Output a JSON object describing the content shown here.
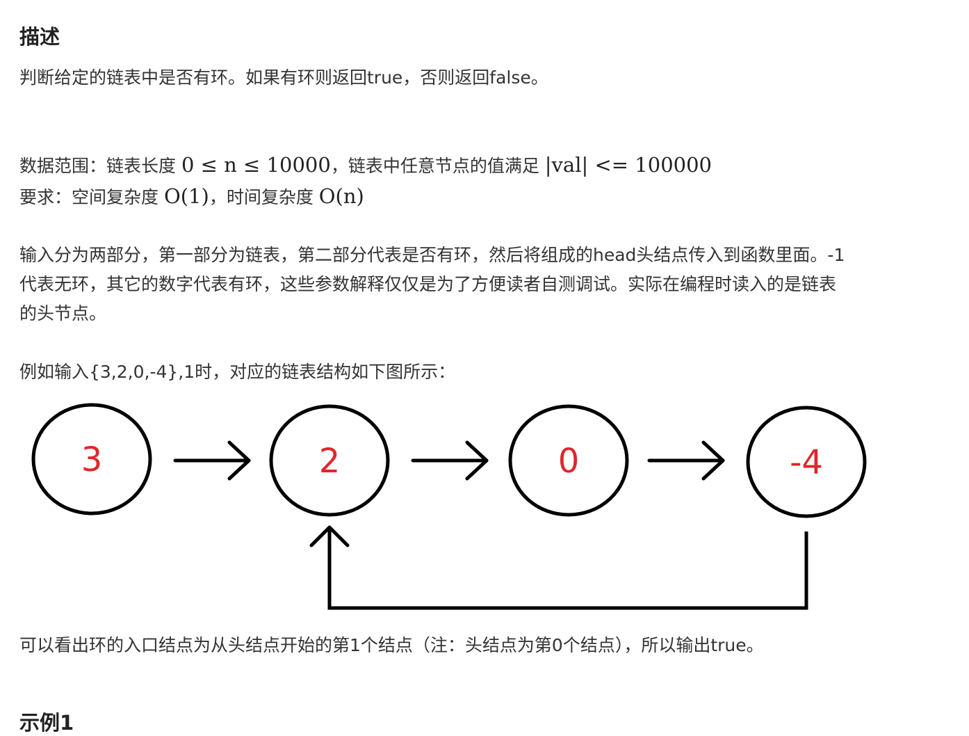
{
  "description": {
    "heading": "描述",
    "line1": "判断给定的链表中是否有环。如果有环则返回true，否则返回false。",
    "range_prefix": "数据范围：链表长度 ",
    "range_math": "0 ≤ n ≤ 10000",
    "range_mid": "，链表中任意节点的值满足 ",
    "range_math2": "|val| <= 100000",
    "req_prefix": "要求：空间复杂度 ",
    "req_math1": "O(1)",
    "req_mid": "，时间复杂度 ",
    "req_math2": "O(n)",
    "input_line1": "输入分为两部分，第一部分为链表，第二部分代表是否有环，然后将组成的head头结点传入到函数里面。-1",
    "input_line2": "代表无环，其它的数字代表有环，这些参数解释仅仅是为了方便读者自测调试。实际在编程时读入的是链表",
    "input_line3": "的头节点。",
    "example_intro": "例如输入{3,2,0,-4},1时，对应的链表结构如下图所示：",
    "conclusion": "可以看出环的入口结点为从头结点开始的第1个结点（注：头结点为第0个结点），所以输出true。"
  },
  "diagram": {
    "nodes": [
      "3",
      "2",
      "0",
      "-4"
    ],
    "node_text_color": "#e0262b",
    "stroke_color": "#000000",
    "cycle_entry_index": 1
  },
  "example": {
    "heading": "示例1"
  }
}
